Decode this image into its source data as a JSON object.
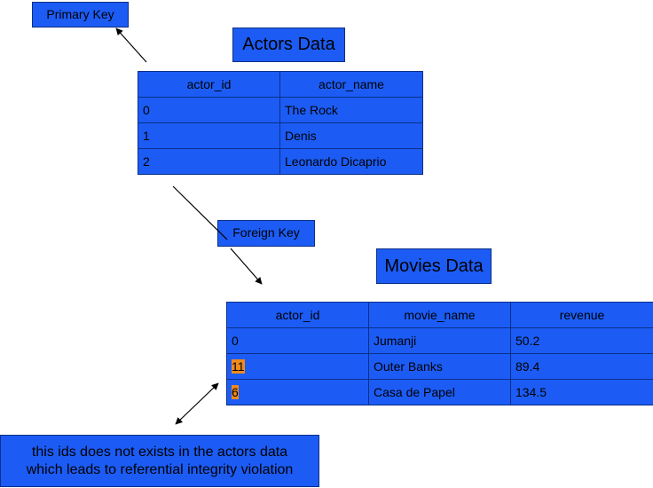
{
  "labels": {
    "primary_key": "Primary Key",
    "foreign_key": "Foreign Key",
    "actors_title": "Actors Data",
    "movies_title": "Movies Data",
    "note_line1": "this ids does not exists in the actors data",
    "note_line2": "which leads to referential integrity violation"
  },
  "actors_table": {
    "headers": [
      "actor_id",
      "actor_name"
    ],
    "rows": [
      [
        "0",
        "The Rock"
      ],
      [
        "1",
        "Denis"
      ],
      [
        "2",
        "Leonardo Dicaprio"
      ]
    ]
  },
  "movies_table": {
    "headers": [
      "actor_id",
      "movie_name",
      "revenue"
    ],
    "rows": [
      [
        "0",
        "Jumanji",
        "50.2"
      ],
      [
        "11",
        "Outer Banks",
        "89.4"
      ],
      [
        "6",
        "Casa de Papel",
        "134.5"
      ]
    ],
    "violating_ids": [
      "11",
      "6"
    ]
  },
  "colors": {
    "box_fill": "#1c5cf5",
    "box_border": "#0b2f86",
    "violation_highlight": "#f08a1c"
  }
}
